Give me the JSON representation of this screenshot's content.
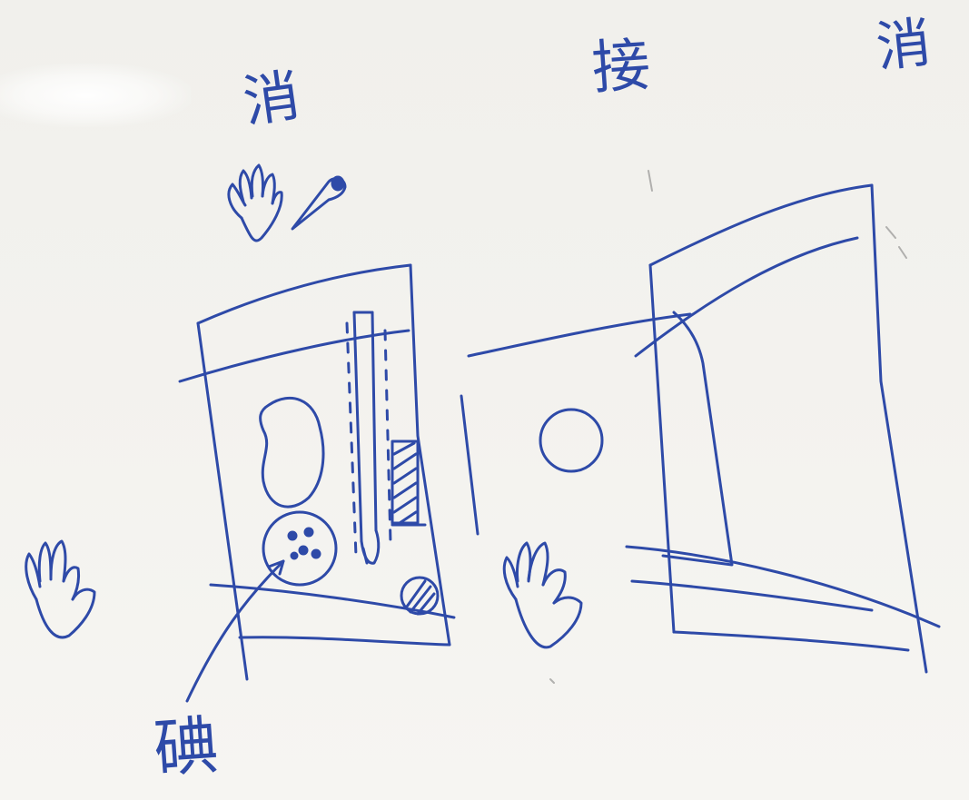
{
  "board": {
    "labels": {
      "top_left": "消",
      "top_middle": "接",
      "top_right": "消",
      "bottom_left": "碘"
    },
    "ink_color": "#2e4aa8"
  }
}
